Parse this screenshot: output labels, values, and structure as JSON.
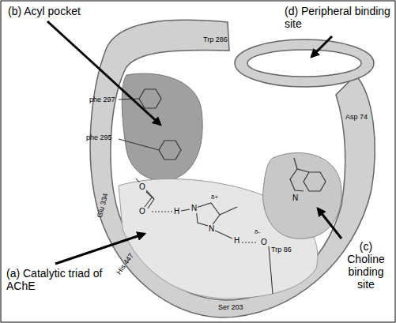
{
  "diagram": {
    "labels": [
      "(b) Acyl pocket",
      "(d) Peripheral binding site",
      "Trp 286",
      "phe 297",
      "phe 295",
      "Asp 74",
      "O",
      "O",
      "H",
      "N",
      "δ+",
      "N",
      "H",
      "O",
      "δ-",
      "N",
      "Glu 334",
      "Trp 86",
      "(c) Choline binding site",
      "(a) Catalytic triad of AChE",
      "His 447",
      "Ser 203"
    ]
  }
}
